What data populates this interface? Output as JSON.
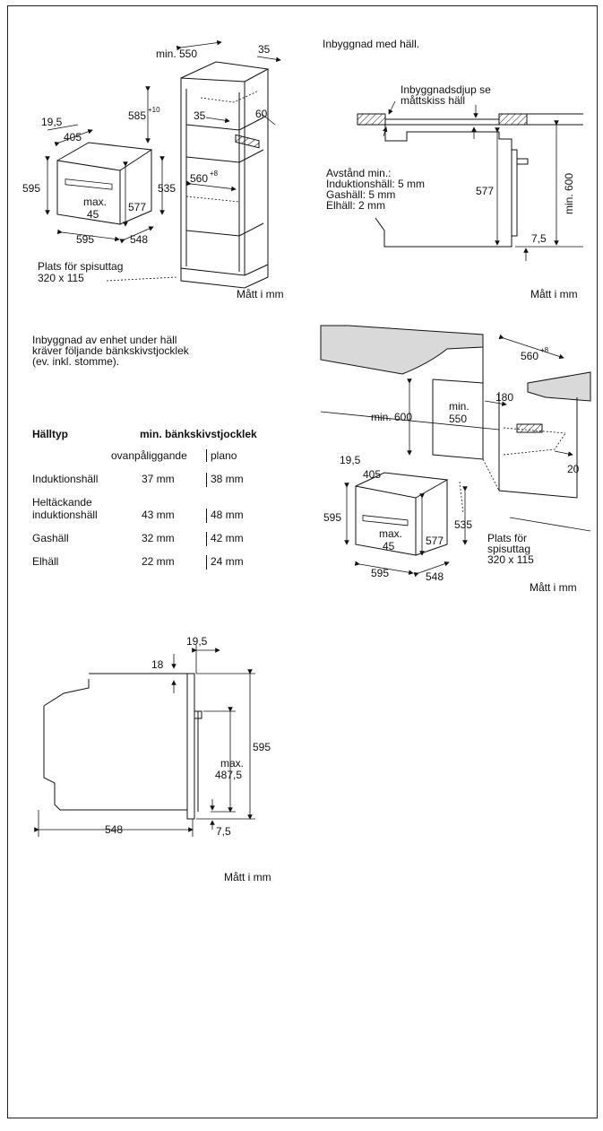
{
  "panel_tall_cabinet": {
    "dims": {
      "min550": "min. 550",
      "d35_top": "35",
      "d585": "585",
      "sup10": "+10",
      "d35_mid": "35",
      "d60": "60",
      "d560": "560",
      "sup8": "+8",
      "d19_5": "19,5",
      "d405": "405",
      "d595_h": "595",
      "d535": "535",
      "d577": "577",
      "max45_a": "max.",
      "max45_b": "45",
      "d595_w": "595",
      "d548": "548"
    },
    "socket_line1": "Plats för spisuttag",
    "socket_line2": "320 x 115",
    "units": "Mått i mm"
  },
  "panel_hob_section": {
    "title": "Inbyggnad med häll.",
    "depth_note_1": "Inbyggnadsdjup se",
    "depth_note_2": "måttskiss häll",
    "distance_title": "Avstånd min.:",
    "distance_induction": "Induktionshäll: 5 mm",
    "distance_gas": "Gashäll: 5 mm",
    "distance_electric": "Elhäll: 2 mm",
    "d577": "577",
    "min600": "min. 600",
    "d7_5": "7,5",
    "units": "Mått i mm"
  },
  "worktop_note": {
    "line1": "Inbyggnad av enhet under häll",
    "line2": "kräver följande bänkskivstjocklek",
    "line3": "(ev. inkl. stomme)."
  },
  "worktop_table": {
    "col_type": "Hälltyp",
    "col_thickness": "min. bänkskivstjocklek",
    "sub_overlay": "ovanpåliggande",
    "sub_flush": "plano",
    "rows": [
      {
        "type": "Induktionshäll",
        "overlay": "37 mm",
        "flush": "38 mm"
      },
      {
        "type_line1": "Heltäckande",
        "type_line2": "induktionshäll",
        "overlay": "43 mm",
        "flush": "48 mm"
      },
      {
        "type": "Gashäll",
        "overlay": "32 mm",
        "flush": "42 mm"
      },
      {
        "type": "Elhäll",
        "overlay": "22 mm",
        "flush": "24 mm"
      }
    ]
  },
  "panel_under_counter": {
    "dims": {
      "d560": "560",
      "sup8": "+8",
      "d180": "180",
      "min600": "min. 600",
      "min550_a": "min.",
      "min550_b": "550",
      "d19_5": "19,5",
      "d405": "405",
      "d20": "20",
      "d595_h": "595",
      "d535": "535",
      "max45_a": "max.",
      "max45_b": "45",
      "d577": "577",
      "d595_w": "595",
      "d548": "548"
    },
    "socket_line1": "Plats för",
    "socket_line2": "spisuttag",
    "socket_line3": "320 x 115",
    "units": "Mått i mm"
  },
  "panel_side_view": {
    "dims": {
      "d19_5": "19,5",
      "d18": "18",
      "d595": "595",
      "max487_a": "max.",
      "max487_b": "487,5",
      "d548": "548",
      "d7_5": "7,5"
    },
    "units": "Mått i mm"
  }
}
